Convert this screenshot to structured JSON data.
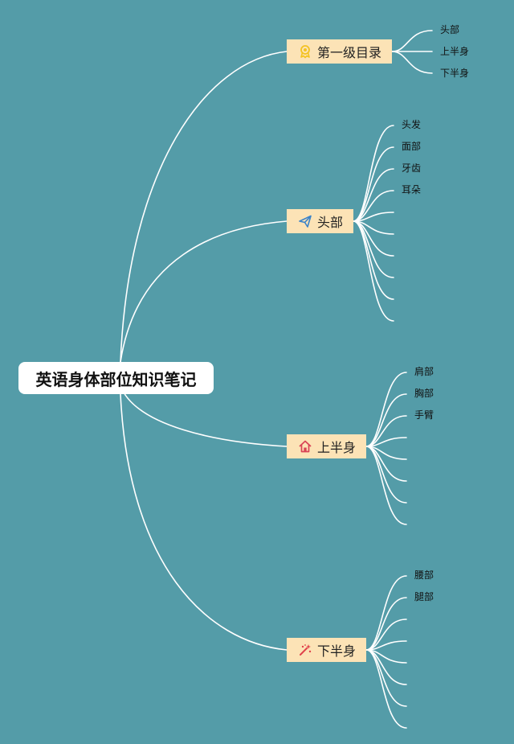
{
  "root": {
    "label": "英语身体部位知识笔记"
  },
  "branches": [
    {
      "label": "第一级目录",
      "icon": "award-ribbon-icon",
      "icon_color": "#f3c221",
      "leaves": [
        "头部",
        "上半身",
        "下半身"
      ]
    },
    {
      "label": "头部",
      "icon": "paper-plane-icon",
      "icon_color": "#3a82c9",
      "leaves": [
        "头发",
        "面部",
        "牙齿",
        "耳朵"
      ]
    },
    {
      "label": "上半身",
      "icon": "home-icon",
      "icon_color": "#d94456",
      "leaves": [
        "肩部",
        "胸部",
        "手臂"
      ]
    },
    {
      "label": "下半身",
      "icon": "magic-wand-sparkle-icon",
      "icon_color": "#e0424b",
      "leaves": [
        "腰部",
        "腿部"
      ]
    }
  ],
  "colors": {
    "background": "#549ca8",
    "branch_fill": "#fce3b6",
    "line": "#ffffff"
  }
}
